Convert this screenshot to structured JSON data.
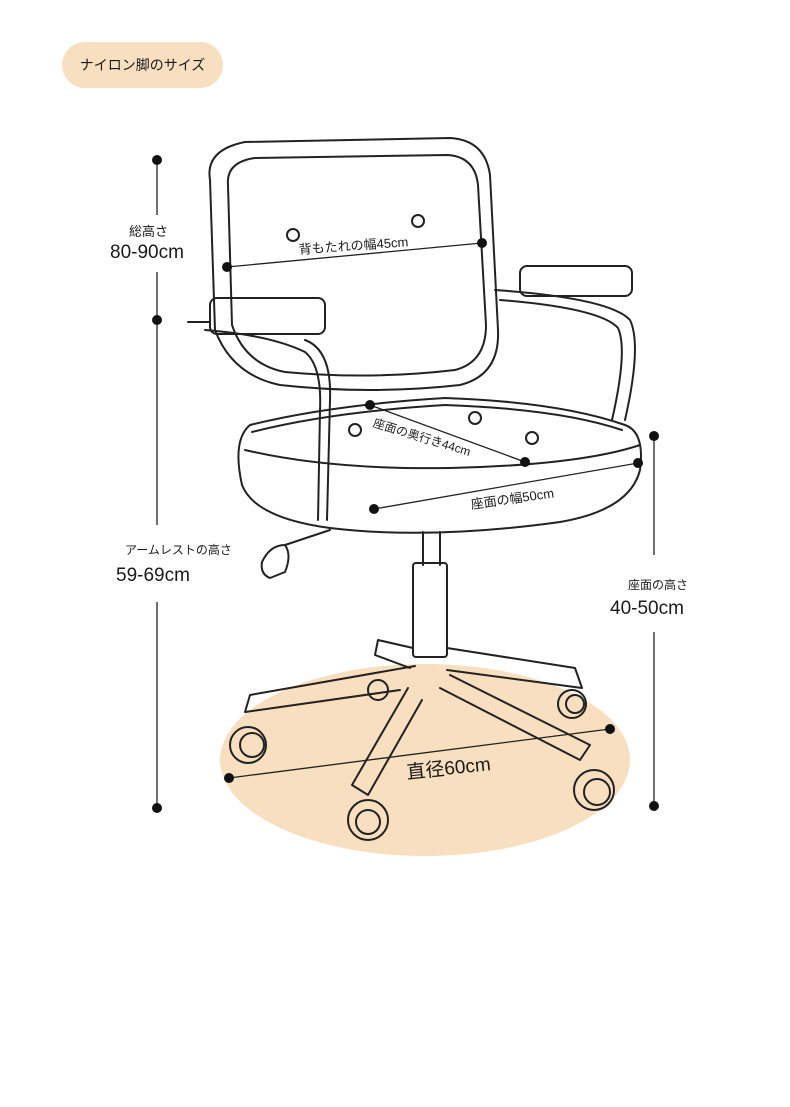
{
  "badge": {
    "title": "ナイロン脚のサイズ"
  },
  "dimensions": {
    "total_height": {
      "label": "総高さ",
      "value": "80-90cm"
    },
    "back_width": {
      "label": "背もたれの幅45cm"
    },
    "seat_depth": {
      "label": "座面の奥行き44cm"
    },
    "seat_width": {
      "label": "座面の幅50cm"
    },
    "armrest_height": {
      "label": "アームレストの高さ",
      "value": "59-69cm"
    },
    "seat_height": {
      "label": "座面の高さ",
      "value": "40-50cm"
    },
    "base_diameter": {
      "label": "直径60cm"
    }
  },
  "colors": {
    "base_shadow": "#f7dfbf",
    "badge": "#f7dfbf",
    "line": "#222222"
  }
}
